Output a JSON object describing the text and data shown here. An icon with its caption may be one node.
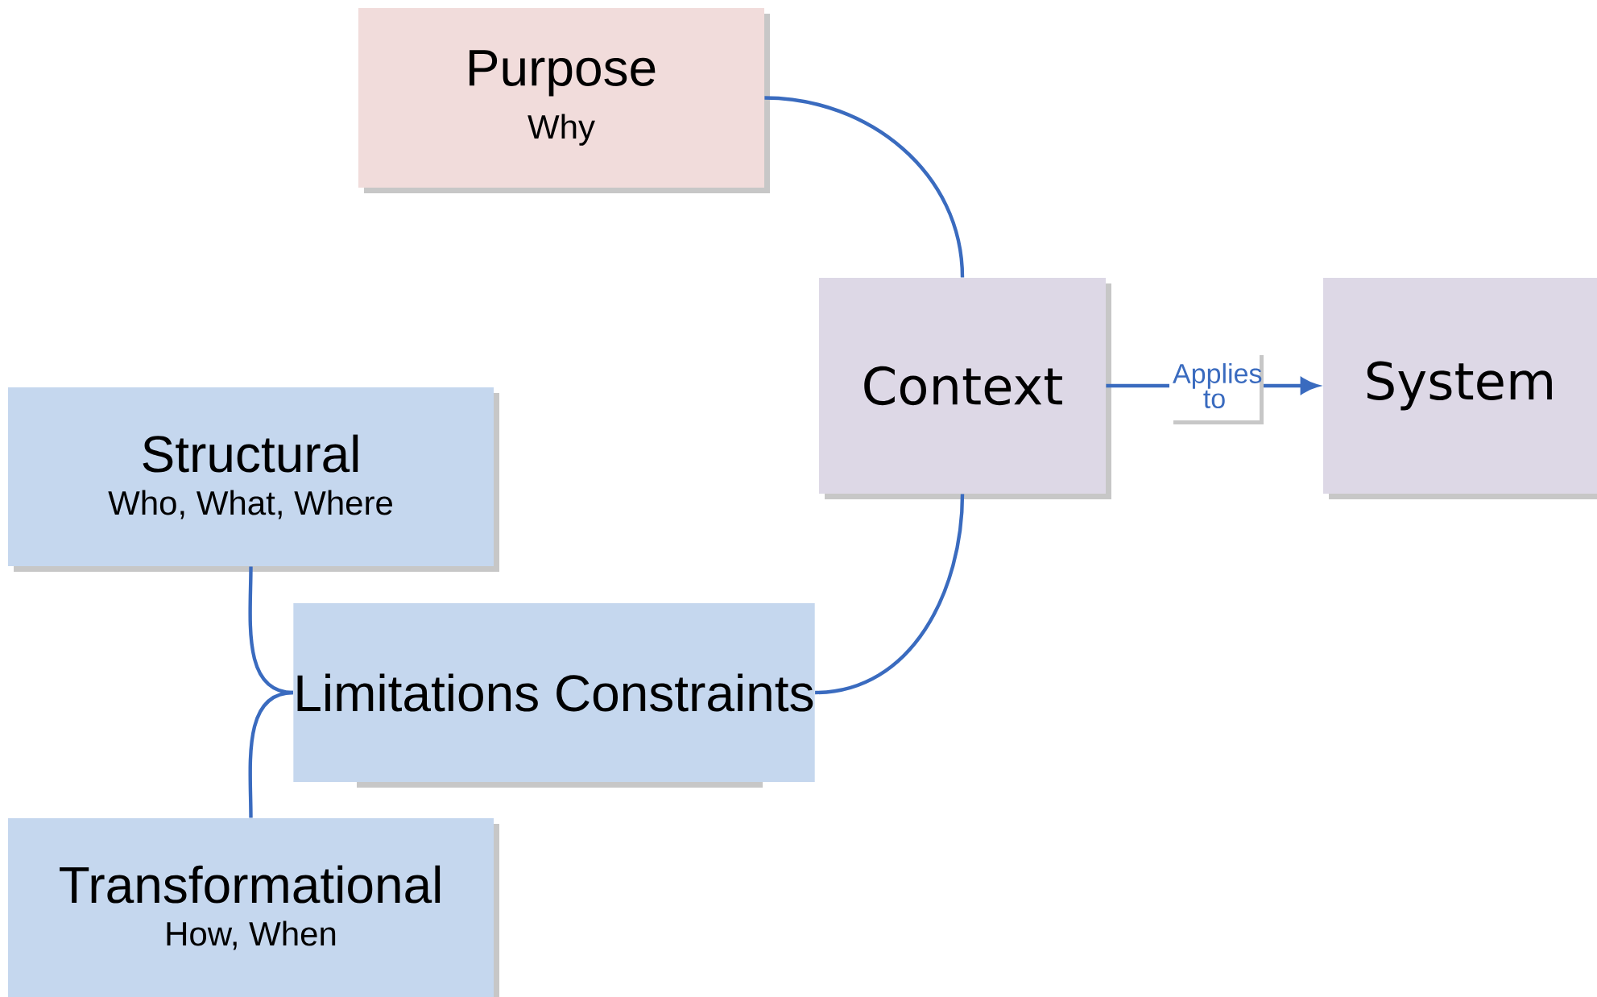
{
  "diagram": {
    "nodes": [
      {
        "text": [
          "Purpose",
          "Why"
        ]
      },
      {
        "text": [
          "Context"
        ]
      },
      {
        "text": [
          "System"
        ]
      },
      {
        "text": [
          "Structural",
          "Who, What, Where"
        ]
      },
      {
        "text": [
          "Limitations Constraints"
        ]
      },
      {
        "text": [
          "Transformational",
          "How, When"
        ]
      }
    ],
    "edges": [
      {
        "from": 0,
        "to": 1,
        "arrow": "none"
      },
      {
        "from": 1,
        "to": 2,
        "arrow": "to",
        "label": "Applies to"
      },
      {
        "from": 1,
        "to": 4,
        "arrow": "none"
      },
      {
        "from": 3,
        "to": 4,
        "arrow": "none"
      },
      {
        "from": 5,
        "to": 4,
        "arrow": "none"
      }
    ]
  }
}
